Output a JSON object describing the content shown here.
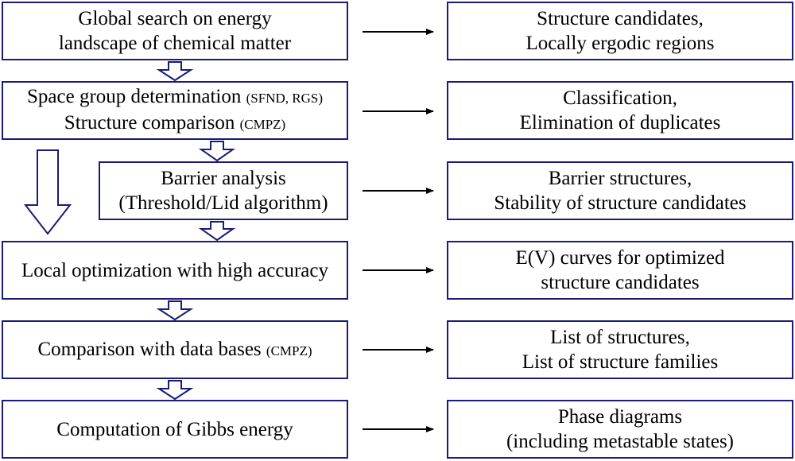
{
  "steps": [
    {
      "line1": "Global search on energy",
      "line2": "landscape of chemical matter"
    },
    {
      "line1_main": "Space group determination",
      "line1_ref": "(SFND, RGS)",
      "line2_main": "Structure comparison",
      "line2_ref": "(CMPZ)"
    },
    {
      "line1": "Barrier analysis",
      "line2": "(Threshold/Lid algorithm)"
    },
    {
      "line1": "Local optimization with high accuracy"
    },
    {
      "line1_main": "Comparison with data bases",
      "line1_ref": "(CMPZ)"
    },
    {
      "line1": "Computation of Gibbs energy"
    }
  ],
  "outputs": [
    {
      "line1": "Structure candidates,",
      "line2": "Locally ergodic regions"
    },
    {
      "line1": "Classification,",
      "line2": "Elimination of duplicates"
    },
    {
      "line1": "Barrier structures,",
      "line2": "Stability of structure candidates"
    },
    {
      "line1": "E(V) curves for optimized",
      "line2": "structure candidates"
    },
    {
      "line1": "List of structures,",
      "line2": "List of structure families"
    },
    {
      "line1": "Phase diagrams",
      "line2": "(including metastable states)"
    }
  ],
  "colors": {
    "box_border": "#1b1b78",
    "flow_arrow": "#1b1b78",
    "output_arrow": "#000000"
  }
}
